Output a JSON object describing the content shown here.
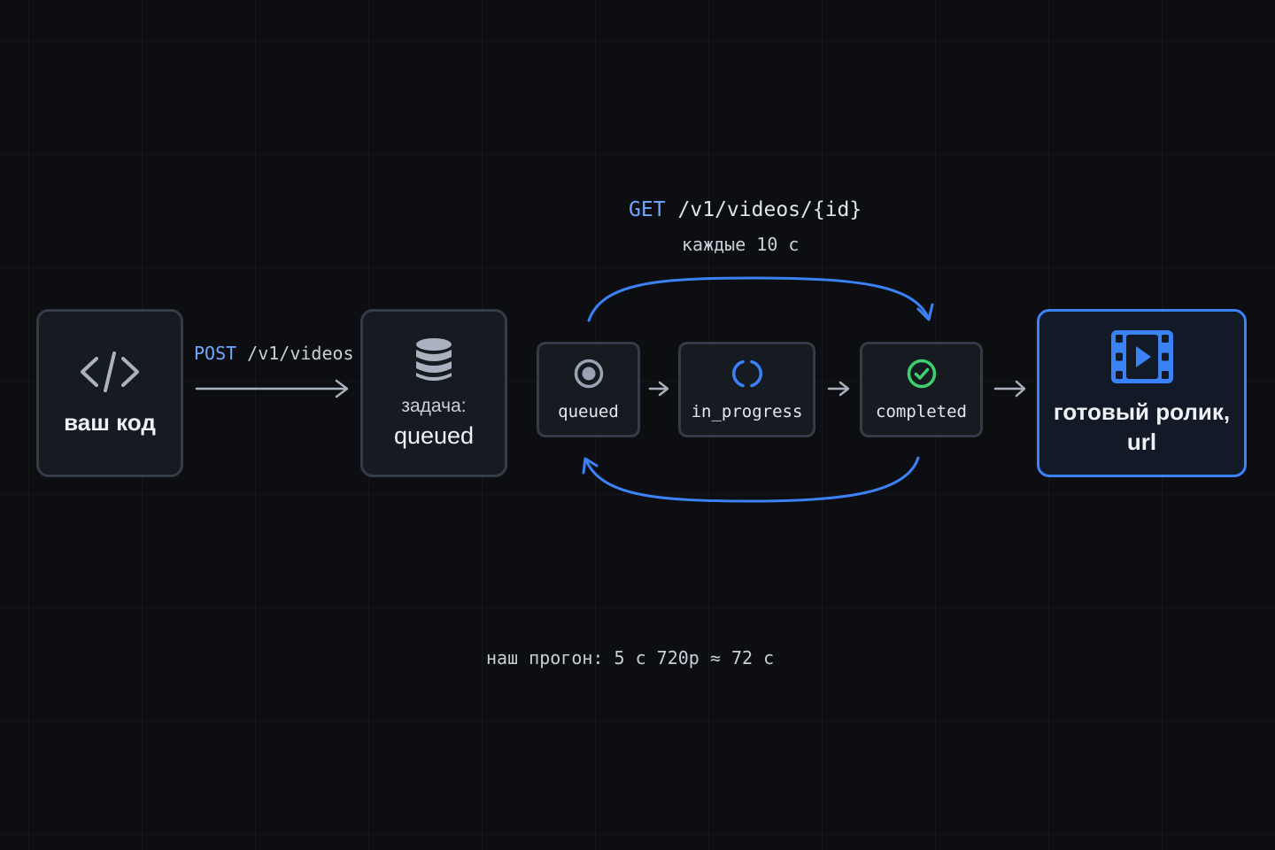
{
  "post_request": {
    "method": "POST",
    "path": "/v1/videos"
  },
  "poll_request": {
    "method": "GET",
    "path": "/v1/videos/{id}",
    "interval": "каждые 10 с"
  },
  "nodes": {
    "your_code": {
      "label": "ваш код",
      "icon": "code-icon"
    },
    "task": {
      "label_top": "задача:",
      "label_main": "queued",
      "icon": "database-icon"
    },
    "status_queued": {
      "label": "queued",
      "icon": "radio-dot-icon"
    },
    "status_in_progress": {
      "label": "in_progress",
      "icon": "spinner-icon"
    },
    "status_completed": {
      "label": "completed",
      "icon": "check-circle-icon"
    },
    "result": {
      "label": "готовый ролик, url",
      "icon": "film-icon"
    }
  },
  "footer_note": "наш прогон: 5 с 720p ≈ 72 с",
  "colors": {
    "accent_blue": "#3b82f6",
    "label_blue": "#6fa8ff",
    "success_green": "#3ecf6e",
    "box_border": "#363c47",
    "muted": "#9aa3b2"
  }
}
